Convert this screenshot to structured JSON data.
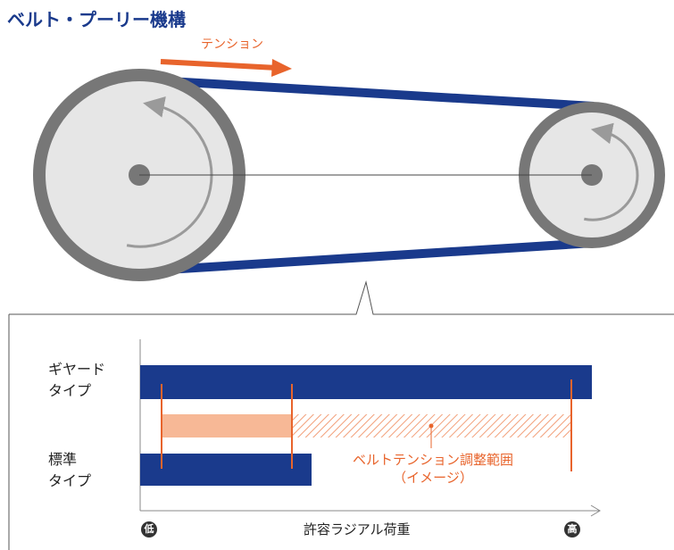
{
  "title": "ベルト・プーリー機構",
  "tension_label": "テンション",
  "chart": {
    "row1_label_line1": "ギヤード",
    "row1_label_line2": "タイプ",
    "row2_label_line1": "標準",
    "row2_label_line2": "タイプ",
    "range_label_line1": "ベルトテンション調整範囲",
    "range_label_line2": "（イメージ）",
    "axis_label": "許容ラジアル荷重",
    "low_label": "低",
    "high_label": "高"
  },
  "colors": {
    "belt": "#1a3a8c",
    "pulley_rim": "#777777",
    "pulley_face": "#e6e6e6",
    "hub": "#777777",
    "accent": "#e8642c",
    "range_fill": "#f7b896"
  }
}
